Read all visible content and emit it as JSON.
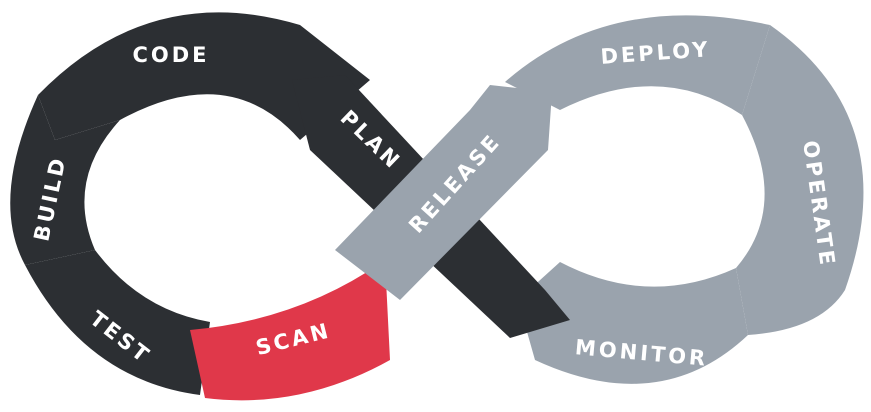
{
  "diagram": {
    "stages": {
      "code": "CODE",
      "build": "BUILD",
      "test": "TEST",
      "scan": "SCAN",
      "plan": "PLAN",
      "release": "RELEASE",
      "deploy": "DEPLOY",
      "operate": "OPERATE",
      "monitor": "MONITOR"
    },
    "colors": {
      "dark": "#2c2f33",
      "gray": "#9aa3ad",
      "accent": "#e0384a",
      "background": "#ffffff"
    }
  }
}
